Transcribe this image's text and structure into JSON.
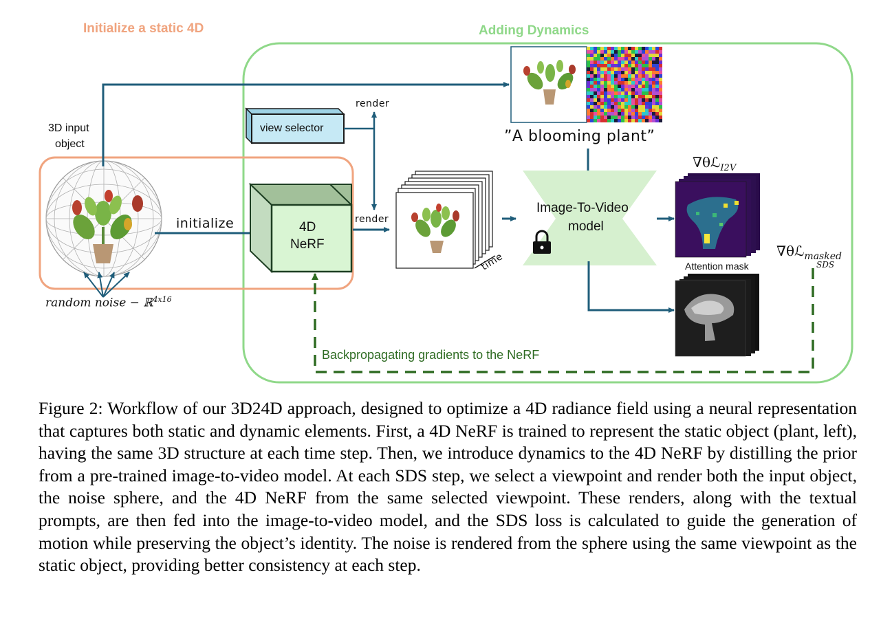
{
  "figure": {
    "section_static_title": "Initialize a static 4D",
    "section_dynamics_title": "Adding Dynamics",
    "input_label_line1": "3D input",
    "input_label_line2": "object",
    "noise_label": "random noise − ℝ",
    "noise_superscript": "4x16",
    "initialize_label": "initialize",
    "nerf_label_line1": "4D",
    "nerf_label_line2": "NeRF",
    "view_selector_label": "view selector",
    "render_label_top": "render",
    "render_label_mid": "render",
    "time_label": "time",
    "prompt_text": "”A blooming plant”",
    "model_label_line1": "Image-To-Video",
    "model_label_line2": "model",
    "grad_i2v_label": "∇θℒ",
    "grad_i2v_sub": "I2V",
    "grad_sds_label": "∇θℒ",
    "grad_sds_sub": "masked",
    "grad_sds_sub2": "SDS",
    "attention_mask_label": "Attention mask",
    "backprop_label": "Backpropagating gradients to the NeRF",
    "colors": {
      "static_orange": "#f0a47f",
      "dynamics_green": "#8fd889",
      "arrow_blue": "#1f5d7a",
      "dashed_green": "#2e6b22",
      "nerf_fill": "#d9f5d3",
      "model_fill": "#d6f0cf",
      "view_selector_fill": "#c6e9f5"
    }
  },
  "caption": {
    "label": "Figure 2:",
    "text": "Workflow of our 3D24D approach, designed to optimize a 4D radiance field using a neural representation that captures both static and dynamic elements. First, a 4D NeRF is trained to represent the static object (plant, left), having the same 3D structure at each time step. Then, we introduce dynamics to the 4D NeRF by distilling the prior from a pre-trained image-to-video model. At each SDS step, we select a viewpoint and render both the input object, the noise sphere, and the 4D NeRF from the same selected viewpoint. These renders, along with the textual prompts, are then fed into the image-to-video model, and the SDS loss is calculated to guide the generation of motion while preserving the object’s identity. The noise is rendered from the sphere using the same viewpoint as the static object, providing better consistency at each step."
  }
}
